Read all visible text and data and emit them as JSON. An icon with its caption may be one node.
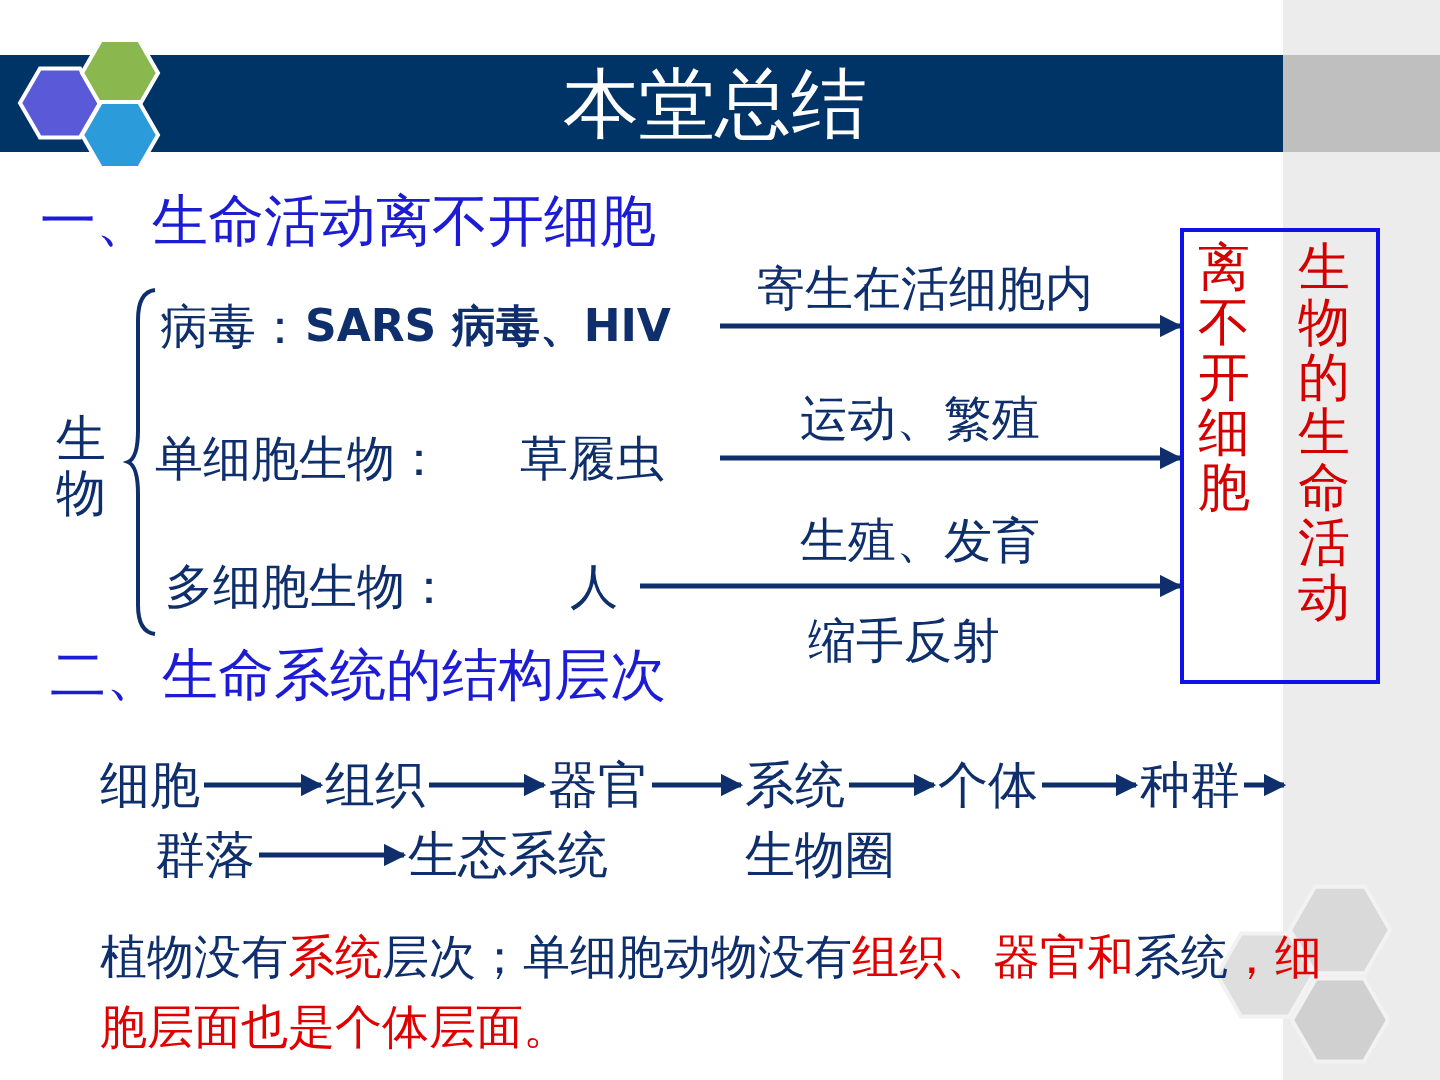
{
  "diagram": {
    "title": "本堂总结",
    "nodes": [
      {
        "text": [
          "病毒：",
          "SARS 病毒、HIV"
        ]
      },
      {
        "text": [
          "单细胞生物：",
          "草履虫"
        ]
      },
      {
        "text": [
          "多细胞生物：",
          "人"
        ]
      },
      {
        "text": [
          "离不开细胞",
          "生物的生命活动"
        ]
      },
      {
        "text": [
          "细胞"
        ]
      },
      {
        "text": [
          "组织"
        ]
      },
      {
        "text": [
          "器官"
        ]
      },
      {
        "text": [
          "系统"
        ]
      },
      {
        "text": [
          "个体"
        ]
      },
      {
        "text": [
          "种群"
        ]
      },
      {
        "text": [
          "群落"
        ]
      },
      {
        "text": [
          "生态系统"
        ]
      },
      {
        "text": [
          "生物圈"
        ]
      }
    ],
    "edges": [
      {
        "from": 0,
        "to": 3,
        "arrow": "to",
        "label": "寄生在活细胞内"
      },
      {
        "from": 1,
        "to": 3,
        "arrow": "to",
        "label": "运动、繁殖"
      },
      {
        "from": 2,
        "to": 3,
        "arrow": "to",
        "label": "生殖、发育"
      },
      {
        "from": 4,
        "to": 5,
        "arrow": "to"
      },
      {
        "from": 5,
        "to": 6,
        "arrow": "to"
      },
      {
        "from": 6,
        "to": 7,
        "arrow": "to"
      },
      {
        "from": 7,
        "to": 8,
        "arrow": "to"
      },
      {
        "from": 8,
        "to": 9,
        "arrow": "to"
      },
      {
        "from": 9,
        "to": null,
        "arrow": "to"
      },
      {
        "from": 10,
        "to": 11,
        "arrow": "to"
      }
    ],
    "labels": [
      "一、生命活动离不开细胞",
      "生物",
      "缩手反射",
      "二、生命系统的结构层次",
      "植物没有",
      "系统",
      "层次；单细胞动物没有",
      "组织、器官和",
      "系统",
      "，细胞层面也是个体层面。"
    ]
  }
}
